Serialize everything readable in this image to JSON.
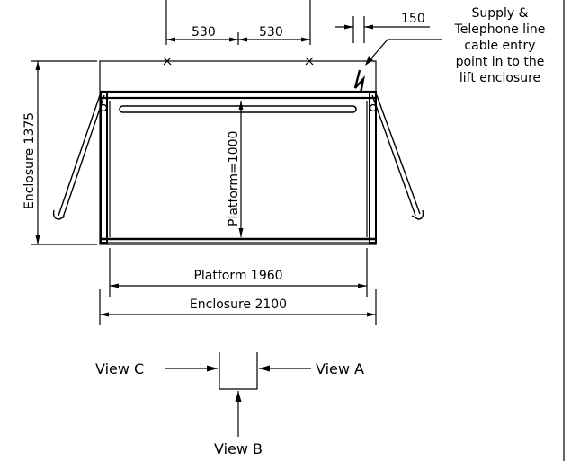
{
  "dimensions": {
    "top_left_span": "530",
    "top_right_span": "530",
    "offset_right": "150",
    "platform_width": "Platform 1960",
    "enclosure_width": "Enclosure 2100",
    "enclosure_depth": "Enclosure 1375",
    "platform_depth": "Platform=1000"
  },
  "note": {
    "lines": [
      "Supply &",
      "Telephone line",
      "cable entry",
      "point in to the",
      "lift enclosure"
    ]
  },
  "views": {
    "left": "View C",
    "right": "View A",
    "bottom": "View B"
  },
  "colors": {
    "line": "#000000",
    "background": "#ffffff"
  }
}
